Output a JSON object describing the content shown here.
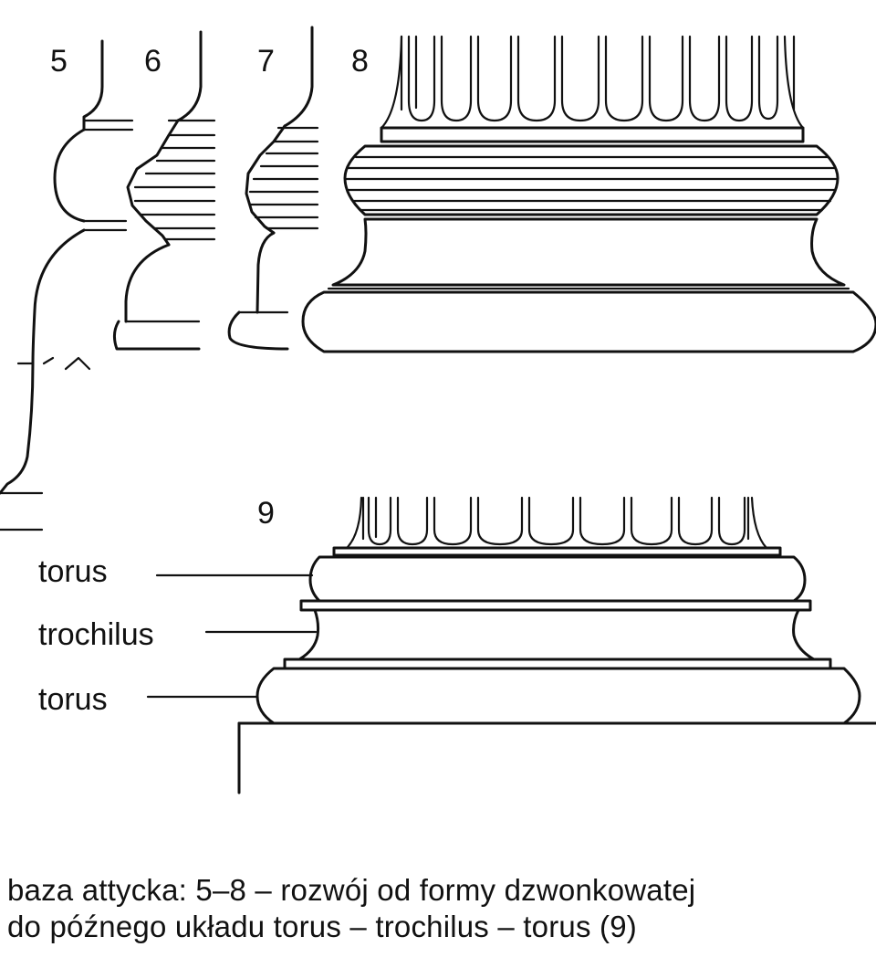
{
  "figure": {
    "numbers": [
      "5",
      "6",
      "7",
      "8",
      "9"
    ],
    "labels": {
      "torus_top": "torus",
      "trochilus": "trochilus",
      "torus_bottom": "torus"
    },
    "caption_lines": [
      "baza attycka: 5–8 – rozwój od formy dzwonkowatej",
      "do późnego układu torus – trochilus – torus (9)"
    ],
    "ink_color": "#111111"
  }
}
